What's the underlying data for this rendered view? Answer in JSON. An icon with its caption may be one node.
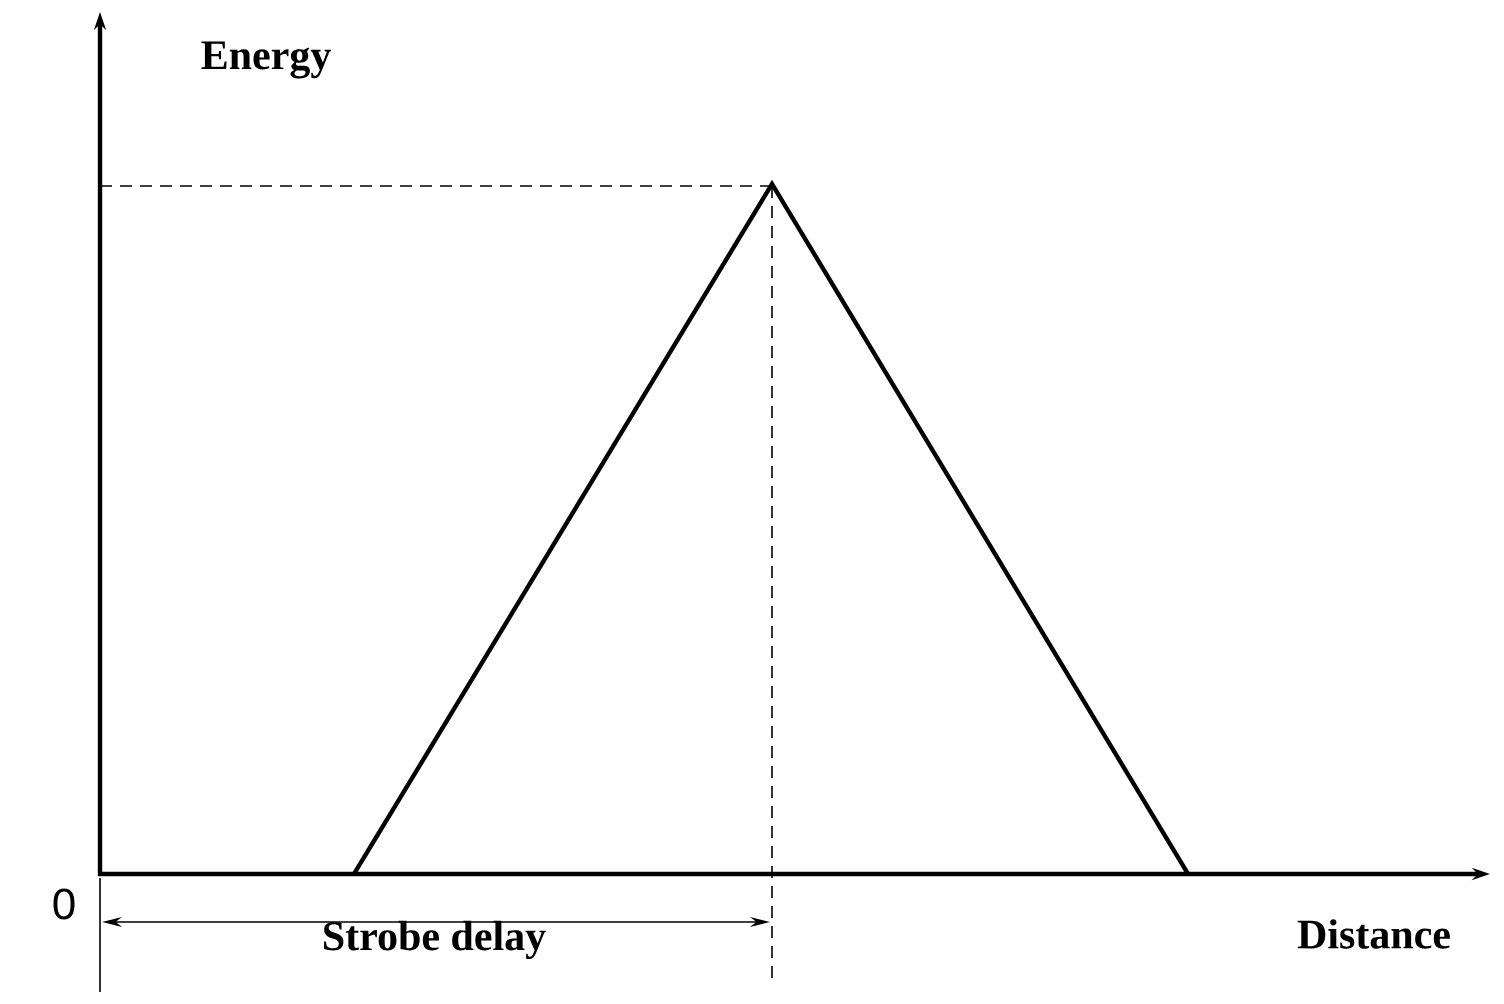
{
  "diagram": {
    "labels": [
      "Energy",
      "0",
      "Strobe delay",
      "Distance"
    ]
  }
}
